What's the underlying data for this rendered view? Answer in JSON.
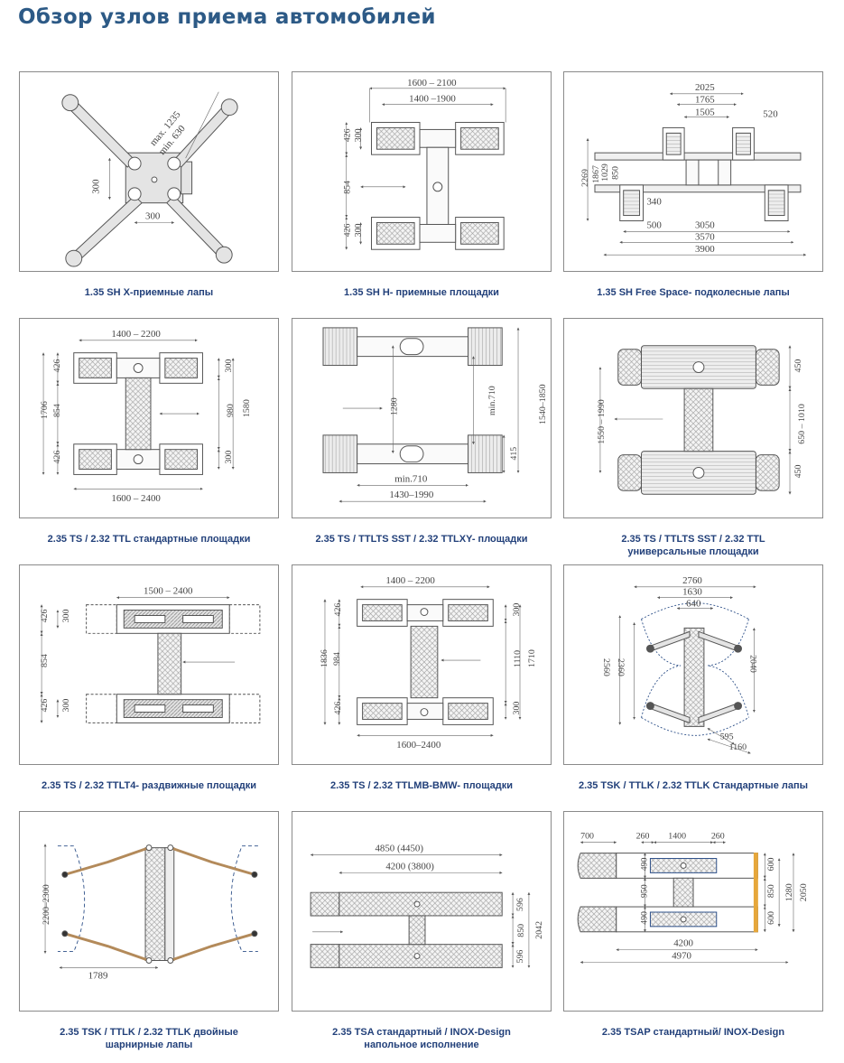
{
  "page": {
    "title": "Обзор узлов приема автомобилей"
  },
  "panels": [
    {
      "id": "p1",
      "caption": "1.35  SH X-приемные лапы",
      "caption2": "",
      "labels": {
        "a": "max. 1235",
        "b": "min. 630",
        "c": "300",
        "d": "300"
      }
    },
    {
      "id": "p2",
      "caption": "1.35  SH H- приемные площадки",
      "caption2": "",
      "labels": {
        "a": "1600  – 2100",
        "b": "1400 –1900",
        "c": "426",
        "d": "300",
        "e": "854",
        "f": "426",
        "g": "300"
      }
    },
    {
      "id": "p3",
      "caption": "1.35  SH Free  Space- подколесные лапы",
      "caption2": "",
      "labels": {
        "a": "2025",
        "b": "1765",
        "c": "1505",
        "d": "520",
        "e": "2269",
        "f": "1867",
        "g": "1029",
        "h": "850",
        "i": "340",
        "j": "500",
        "k": "3050",
        "l": "3570",
        "m": "3900"
      }
    },
    {
      "id": "p4",
      "caption": "2.35  TS / 2.32  TTL стандартные площадки",
      "caption2": "",
      "labels": {
        "a": "1400  – 2200",
        "b": "426",
        "c": "1706",
        "d": "854",
        "e": "426",
        "f": "300",
        "g": "980",
        "h": "1580",
        "i": "300",
        "j": "1600  – 2400"
      }
    },
    {
      "id": "p5",
      "caption": "2.35  TS / TTLTS SST / 2.32  TTLXY- площадки",
      "caption2": "",
      "labels": {
        "a": "1280",
        "b": "min.710",
        "c": "1540–1850",
        "d": "415",
        "e": "min.710",
        "f": "1430–1990"
      }
    },
    {
      "id": "p6",
      "caption": "2.35  TS / TTLTS SST / 2.32  TTL",
      "caption2": "универсальные площадки",
      "labels": {
        "a": "1550  –  1990",
        "b": "450",
        "c": "650  –  1010",
        "d": "450"
      }
    },
    {
      "id": "p7",
      "caption": "2.35  TS / 2.32  TTLT4- раздвижные площадки",
      "caption2": "",
      "labels": {
        "a": "1500  – 2400",
        "b": "426",
        "c": "300",
        "d": "854",
        "e": "426",
        "f": "300"
      }
    },
    {
      "id": "p8",
      "caption": "2.35  TS / 2.32  TTLMB-BMW- площадки",
      "caption2": "",
      "labels": {
        "a": "1400  – 2200",
        "b": "426",
        "c": "1836",
        "d": "984",
        "e": "426",
        "f": "300",
        "g": "1110",
        "h": "1710",
        "i": "300",
        "j": "1600–2400"
      }
    },
    {
      "id": "p9",
      "caption": "2.35  TSK / TTLK / 2.32  TTLK  Стандартные лапы",
      "caption2": "",
      "labels": {
        "a": "2760",
        "b": "1630",
        "c": "640",
        "d": "2560",
        "e": "2360",
        "f": "2040",
        "g": "595",
        "h": "1160"
      }
    },
    {
      "id": "p10",
      "caption": "2.35  TSK / TTLK / 2.32  TTLK двойные",
      "caption2": "шарнирные лапы",
      "labels": {
        "a": "2200–2300",
        "b": "1789"
      }
    },
    {
      "id": "p11",
      "caption": "2.35  TSA стандартный  / INOX-Design",
      "caption2": "напольное исполнение",
      "labels": {
        "a": "4850  (4450)",
        "b": "4200  (3800)",
        "c": "596",
        "d": "850",
        "e": "2042",
        "f": "596"
      }
    },
    {
      "id": "p12",
      "caption": "2.35  TSAP стандартный/ INOX-Design",
      "caption2": "",
      "labels": {
        "a": "700",
        "b": "260",
        "c": "1400",
        "d": "260",
        "e": "490",
        "f": "950",
        "g": "490",
        "h": "600",
        "i": "1280",
        "j": "850",
        "k": "2050",
        "l": "600",
        "m": "4200",
        "n": "4970"
      }
    }
  ]
}
